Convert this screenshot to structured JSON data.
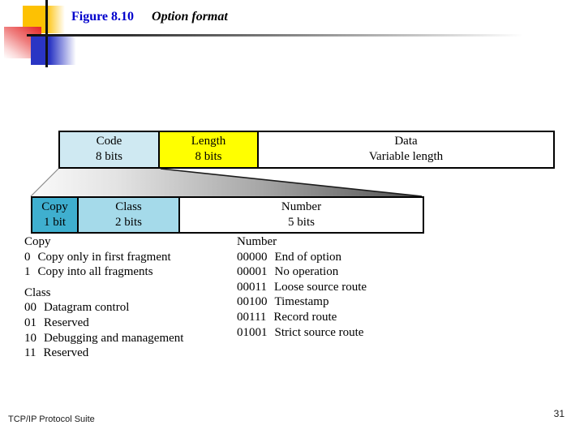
{
  "header": {
    "figure_label": "Figure 8.10",
    "figure_caption": "Option format"
  },
  "diagram": {
    "row1": {
      "cells": [
        {
          "title": "Code",
          "subtitle": "8 bits",
          "bg": "#cfe9f2"
        },
        {
          "title": "Length",
          "subtitle": "8 bits",
          "bg": "#ffff00"
        },
        {
          "title": "Data",
          "subtitle": "Variable length",
          "bg": "#ffffff"
        }
      ]
    },
    "row2": {
      "cells": [
        {
          "title": "Copy",
          "subtitle": "1 bit",
          "bg": "#3fafcf"
        },
        {
          "title": "Class",
          "subtitle": "2 bits",
          "bg": "#a5daea"
        },
        {
          "title": "Number",
          "subtitle": "5 bits",
          "bg": "#ffffff"
        }
      ]
    }
  },
  "legend": {
    "left_groups": [
      {
        "heading": "Copy",
        "entries": [
          {
            "code": "0",
            "desc": "Copy only in first fragment"
          },
          {
            "code": "1",
            "desc": "Copy into all fragments"
          }
        ]
      },
      {
        "heading": "Class",
        "entries": [
          {
            "code": "00",
            "desc": "Datagram control"
          },
          {
            "code": "01",
            "desc": "Reserved"
          },
          {
            "code": "10",
            "desc": "Debugging and management"
          },
          {
            "code": "11",
            "desc": "Reserved"
          }
        ]
      }
    ],
    "right_groups": [
      {
        "heading": "Number",
        "entries": [
          {
            "code": "00000",
            "desc": "End of option"
          },
          {
            "code": "00001",
            "desc": "No operation"
          },
          {
            "code": "00011",
            "desc": "Loose source route"
          },
          {
            "code": "00100",
            "desc": "Timestamp"
          },
          {
            "code": "00111",
            "desc": "Record route"
          },
          {
            "code": "01001",
            "desc": "Strict source route"
          }
        ]
      }
    ]
  },
  "footer": {
    "left": "TCP/IP Protocol Suite",
    "page_number": "31"
  },
  "colors": {
    "figure_label_blue": "#0000cc",
    "caption_black": "#000000",
    "emblem_yellow": "#fdc103",
    "emblem_red": "#e62e2e",
    "emblem_blue": "#2a35c4",
    "code_cell_blue": "#cfe9f2",
    "length_cell_yellow": "#ffff00",
    "copy_cell_teal": "#3fafcf",
    "class_cell_blue": "#a5daea"
  }
}
